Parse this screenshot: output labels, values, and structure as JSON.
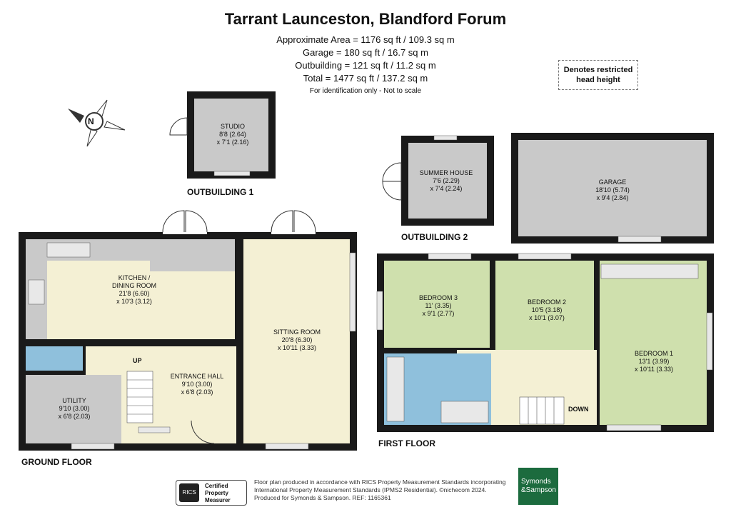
{
  "header": {
    "title": "Tarrant Launceston, Blandford Forum",
    "area_lines": [
      "Approximate Area = 1176 sq ft / 109.3 sq m",
      "Garage = 180 sq ft / 16.7 sq m",
      "Outbuilding = 121 sq ft / 11.2 sq m",
      "Total = 1477 sq ft / 137.2 sq m"
    ],
    "note": "For identification only - Not to scale"
  },
  "legend": {
    "line1": "Denotes restricted",
    "line2": "head height"
  },
  "compass": {
    "label": "N"
  },
  "sections": {
    "outbuilding1": "OUTBUILDING 1",
    "outbuilding2": "OUTBUILDING 2",
    "ground_floor": "GROUND FLOOR",
    "first_floor": "FIRST FLOOR"
  },
  "rooms": {
    "studio": {
      "name": "STUDIO",
      "dim1": "8'8 (2.64)",
      "dim2": "x 7'1 (2.16)"
    },
    "summer_house": {
      "name": "SUMMER HOUSE",
      "dim1": "7'6 (2.29)",
      "dim2": "x 7'4 (2.24)"
    },
    "garage": {
      "name": "GARAGE",
      "dim1": "18'10 (5.74)",
      "dim2": "x 9'4 (2.84)"
    },
    "kitchen": {
      "name1": "KITCHEN /",
      "name2": "DINING ROOM",
      "dim1": "21'8 (6.60)",
      "dim2": "x 10'3 (3.12)"
    },
    "sitting": {
      "name": "SITTING ROOM",
      "dim1": "20'8 (6.30)",
      "dim2": "x 10'11 (3.33)"
    },
    "entrance": {
      "name": "ENTRANCE HALL",
      "dim1": "9'10 (3.00)",
      "dim2": "x 6'8 (2.03)"
    },
    "utility": {
      "name": "UTILITY",
      "dim1": "9'10 (3.00)",
      "dim2": "x 6'8 (2.03)"
    },
    "bedroom3": {
      "name": "BEDROOM 3",
      "dim1": "11' (3.35)",
      "dim2": "x 9'1 (2.77)"
    },
    "bedroom2": {
      "name": "BEDROOM 2",
      "dim1": "10'5 (3.18)",
      "dim2": "x 10'1 (3.07)"
    },
    "bedroom1": {
      "name": "BEDROOM 1",
      "dim1": "13'1 (3.99)",
      "dim2": "x 10'11 (3.33)"
    }
  },
  "stairs": {
    "up": "UP",
    "down": "DOWN"
  },
  "footer": {
    "rics_mark": "RICS",
    "rics_line1": "Certified",
    "rics_line2": "Property",
    "rics_line3": "Measurer",
    "text1": "Floor plan produced in accordance with RICS Property Measurement Standards incorporating",
    "text2": "International Property Measurement Standards (IPMS2 Residential). ©nichecom 2024.",
    "text3": "Produced for Symonds & Sampson.   REF:  1165361",
    "brand1": "Symonds",
    "brand2": "&Sampson"
  },
  "colors": {
    "wall": "#1a1a1a",
    "grey_room": "#c9c9c9",
    "cream_room": "#f4f0d4",
    "green_room": "#cfe0ad",
    "blue_room": "#8fc0dc",
    "brand": "#1c6b3e"
  }
}
